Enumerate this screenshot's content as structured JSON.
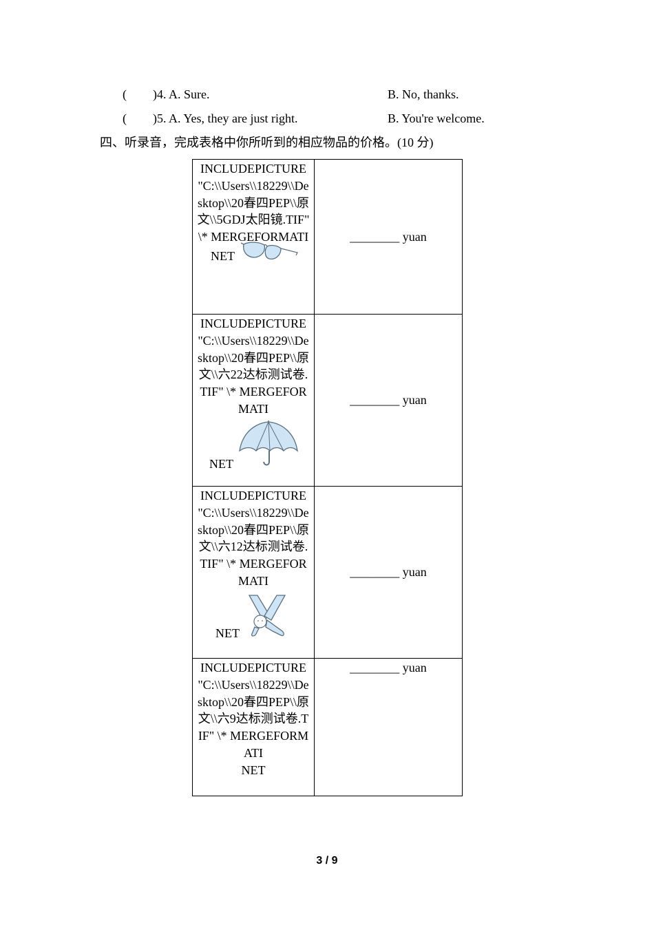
{
  "questions": [
    {
      "paren": "(",
      "number": ")4. A. Sure.",
      "option_b": "B. No, thanks."
    },
    {
      "paren": "(",
      "number": ")5. A. Yes, they are just right.",
      "option_b": "B. You're welcome."
    }
  ],
  "section": {
    "title": "四、听录音，完成表格中你所听到的相应物品的价格。(10 分)"
  },
  "table": {
    "rows": [
      {
        "field_code": "INCLUDEPICTURE \"C:\\\\Users\\\\18229\\\\Desktop\\\\20春四PEP\\\\原文\\\\5GDJ太阳镜.TIF\" \\* MERGEFORMATI",
        "field_end": "NET",
        "icon": "sunglasses-icon",
        "answer": "________ yuan"
      },
      {
        "field_code": "INCLUDEPICTURE \"C:\\\\Users\\\\18229\\\\Desktop\\\\20春四PEP\\\\原文\\\\六22达标测试卷.TIF\" \\* MERGEFORMATI",
        "field_end": "NET",
        "icon": "umbrella-icon",
        "answer": "________ yuan"
      },
      {
        "field_code": "INCLUDEPICTURE \"C:\\\\Users\\\\18229\\\\Desktop\\\\20春四PEP\\\\原文\\\\六12达标测试卷.TIF\" \\* MERGEFORMATI",
        "field_end": "NET",
        "icon": "scarf-icon",
        "answer": "________ yuan"
      },
      {
        "field_code": "INCLUDEPICTURE \"C:\\\\Users\\\\18229\\\\Desktop\\\\20春四PEP\\\\原文\\\\六9达标测试卷.TIF\" \\* MERGEFORMATI",
        "field_end": "NET",
        "icon": "none",
        "answer": "________ yuan"
      }
    ]
  },
  "footer": {
    "page": "3 / 9"
  },
  "colors": {
    "illustration_fill": "#cfe4f4",
    "illustration_stroke": "#5a6f80"
  }
}
